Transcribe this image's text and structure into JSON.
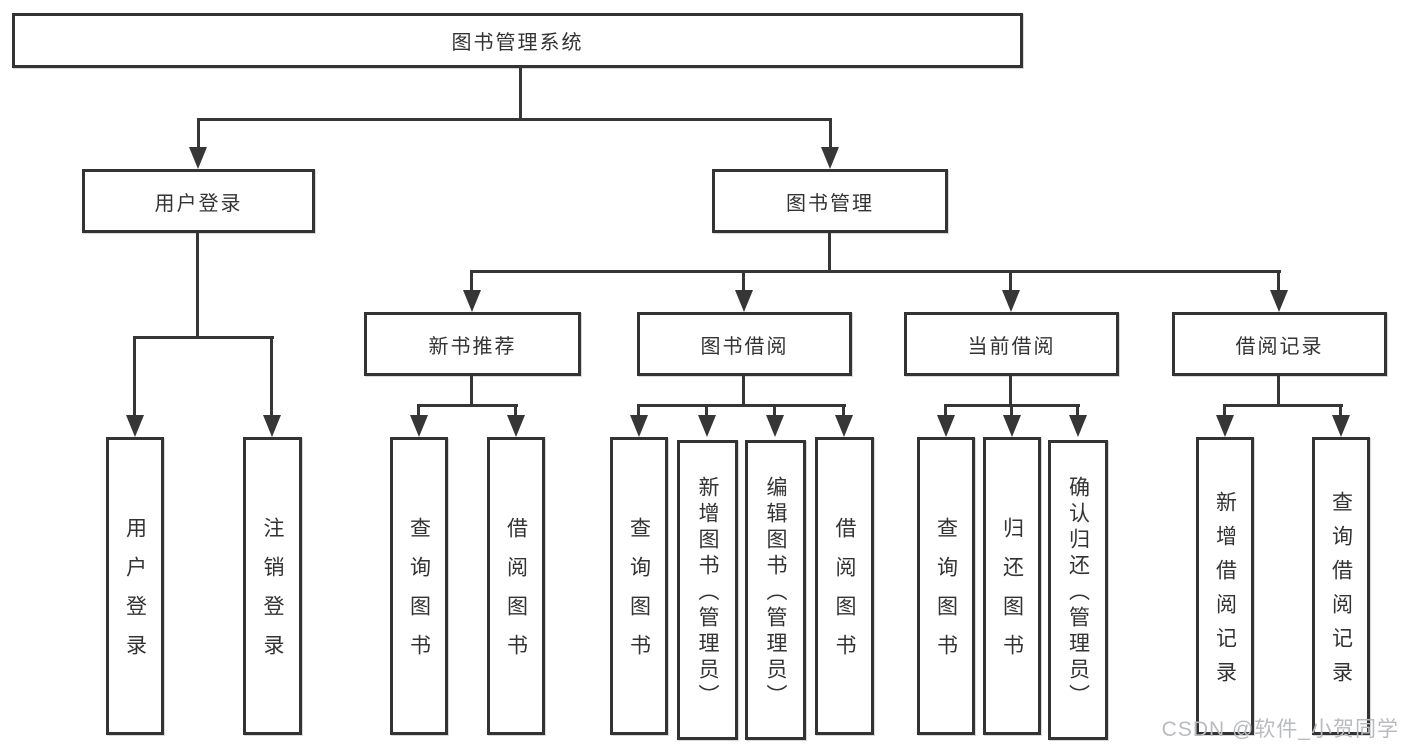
{
  "diagram": {
    "root": {
      "label": "图书管理系统"
    },
    "level2": {
      "user_login": {
        "label": "用户登录"
      },
      "book_mgmt": {
        "label": "图书管理"
      }
    },
    "level3": {
      "new_book_rec": {
        "label": "新书推荐"
      },
      "book_borrow": {
        "label": "图书借阅"
      },
      "current_borrow": {
        "label": "当前借阅"
      },
      "borrow_records": {
        "label": "借阅记录"
      }
    },
    "leaves": {
      "user_login": {
        "label": "用户登录"
      },
      "logout": {
        "label": "注销登录"
      },
      "rec_query_book": {
        "label": "查询图书"
      },
      "rec_borrow_book": {
        "label": "借阅图书"
      },
      "bor_query_book": {
        "label": "查询图书"
      },
      "bor_add_book": {
        "label": "新增图书（管理员）"
      },
      "bor_edit_book": {
        "label": "编辑图书（管理员）"
      },
      "bor_borrow_book": {
        "label": "借阅图书"
      },
      "cur_query_book": {
        "label": "查询图书"
      },
      "cur_return_book": {
        "label": "归还图书"
      },
      "cur_confirm_return": {
        "label": "确认归还（管理员）"
      },
      "recd_add_record": {
        "label": "新增借阅记录"
      },
      "recd_query_record": {
        "label": "查询借阅记录"
      }
    },
    "watermark": "CSDN @软件_小贺同学",
    "colors": {
      "line": "#363636",
      "border": "#333333",
      "text": "#333333",
      "watermark": "#b9bbbe",
      "background": "#ffffff"
    }
  }
}
